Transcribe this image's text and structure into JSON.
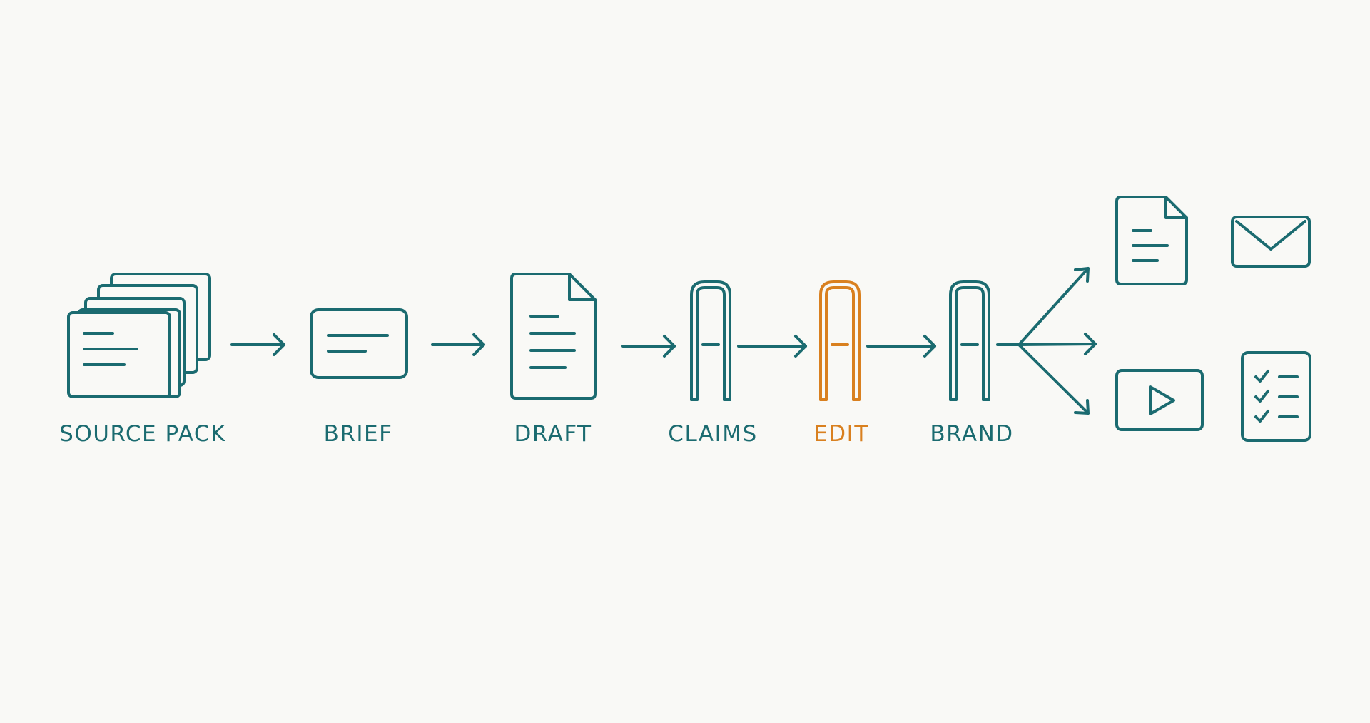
{
  "colors": {
    "background": "#f9f9f6",
    "primary": "#1b6b70",
    "highlight": "#d9801f"
  },
  "steps": {
    "source_pack": "SOURCE PACK",
    "brief": "BRIEF",
    "draft": "DRAFT",
    "claims": "CLAIMS",
    "edit": "EDIT",
    "brand": "BRAND"
  },
  "highlighted_step": "edit",
  "outputs": [
    "document-icon",
    "mail-icon",
    "video-play-icon",
    "checklist-icon"
  ]
}
